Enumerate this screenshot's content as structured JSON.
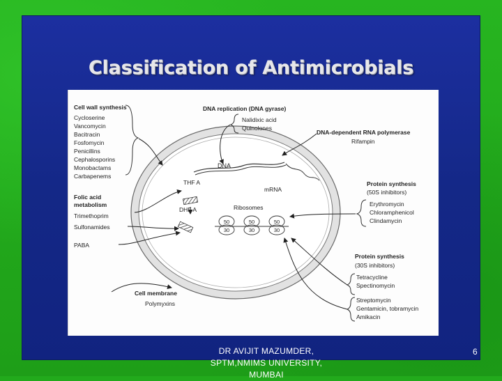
{
  "slide": {
    "title": "Classification of Antimicrobials",
    "footer_line1": "DR AVIJIT MAZUMDER,",
    "footer_line2": "SPTM,NMIMS UNIVERSITY,",
    "footer_line3": "MUMBAI",
    "page_number": "6"
  },
  "diagram": {
    "cell_wall": {
      "heading": "Cell wall synthesis",
      "drugs": [
        "Cycloserine",
        "Vancomycin",
        "Bacitracin",
        "Fosfomycin",
        "Penicillins",
        "Cephalosporins",
        "Monobactams",
        "Carbapenems"
      ]
    },
    "dna_replication": {
      "heading": "DNA replication (DNA gyrase)",
      "drugs": [
        "Nalidixic acid",
        "Quinolones"
      ]
    },
    "rna_polymerase": {
      "heading": "DNA-dependent RNA polymerase",
      "drugs": [
        "Rifampin"
      ]
    },
    "folic_acid": {
      "heading_line1": "Folic acid",
      "heading_line2": "metabolism",
      "drugs": [
        "Trimethoprim",
        "Sulfonamides"
      ]
    },
    "paba": "PABA",
    "protein_50s": {
      "heading": "Protein synthesis",
      "subheading": "(50S inhibitors)",
      "drugs": [
        "Erythromycin",
        "Chloramphenicol",
        "Clindamycin"
      ]
    },
    "protein_30s": {
      "heading": "Protein synthesis",
      "subheading": "(30S inhibitors)",
      "drugs": [
        "Tetracycline",
        "Spectinomycin"
      ],
      "drugs_b": [
        "Streptomycin",
        "Gentamicin, tobramycin",
        "Amikacin"
      ]
    },
    "cell_membrane": {
      "heading": "Cell membrane",
      "drugs": [
        "Polymyxins"
      ]
    },
    "inner": {
      "dna": "DNA",
      "thf": "THF A",
      "dhf": "DHF A",
      "mrna": "mRNA",
      "ribosomes": "Ribosomes",
      "sub50": "50",
      "sub30": "30"
    }
  }
}
